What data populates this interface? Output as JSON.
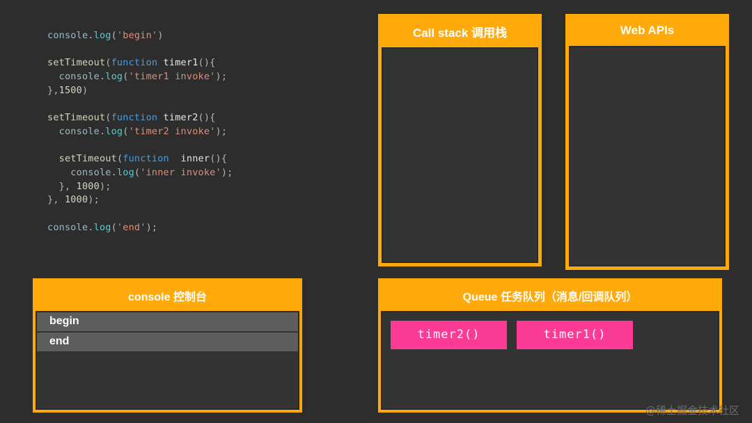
{
  "background": "#2d2d2d",
  "accent_orange": "#ffaa0a",
  "accent_pink": "#fb3b96",
  "panel_interior": "#333333",
  "console_row_bg": "#5d5d5d",
  "code": {
    "language": "javascript",
    "lines": [
      [
        {
          "t": "console",
          "c": "obj"
        },
        {
          "t": ".",
          "c": "punc"
        },
        {
          "t": "log",
          "c": "prop"
        },
        {
          "t": "(",
          "c": "punc"
        },
        {
          "t": "'begin'",
          "c": "str"
        },
        {
          "t": ")",
          "c": "punc"
        }
      ],
      [],
      [
        {
          "t": "setTimeout",
          "c": "fnname"
        },
        {
          "t": "(",
          "c": "punc"
        },
        {
          "t": "function",
          "c": "kw"
        },
        {
          "t": " timer1",
          "c": "ident"
        },
        {
          "t": "(){",
          "c": "punc"
        }
      ],
      [
        {
          "t": "  console",
          "c": "obj"
        },
        {
          "t": ".",
          "c": "punc"
        },
        {
          "t": "log",
          "c": "prop"
        },
        {
          "t": "(",
          "c": "punc"
        },
        {
          "t": "'timer1 invoke'",
          "c": "str"
        },
        {
          "t": ");",
          "c": "punc"
        }
      ],
      [
        {
          "t": "},",
          "c": "punc"
        },
        {
          "t": "1500",
          "c": "num"
        },
        {
          "t": ")",
          "c": "punc"
        }
      ],
      [],
      [
        {
          "t": "setTimeout",
          "c": "fnname"
        },
        {
          "t": "(",
          "c": "punc"
        },
        {
          "t": "function",
          "c": "kw"
        },
        {
          "t": " timer2",
          "c": "ident"
        },
        {
          "t": "(){",
          "c": "punc"
        }
      ],
      [
        {
          "t": "  console",
          "c": "obj"
        },
        {
          "t": ".",
          "c": "punc"
        },
        {
          "t": "log",
          "c": "prop"
        },
        {
          "t": "(",
          "c": "punc"
        },
        {
          "t": "'timer2 invoke'",
          "c": "str"
        },
        {
          "t": ");",
          "c": "punc"
        }
      ],
      [],
      [
        {
          "t": "  setTimeout",
          "c": "fnname"
        },
        {
          "t": "(",
          "c": "punc"
        },
        {
          "t": "function",
          "c": "kw"
        },
        {
          "t": "  inner",
          "c": "ident"
        },
        {
          "t": "(){",
          "c": "punc"
        }
      ],
      [
        {
          "t": "    console",
          "c": "obj"
        },
        {
          "t": ".",
          "c": "punc"
        },
        {
          "t": "log",
          "c": "prop"
        },
        {
          "t": "(",
          "c": "punc"
        },
        {
          "t": "'inner invoke'",
          "c": "str"
        },
        {
          "t": ");",
          "c": "punc"
        }
      ],
      [
        {
          "t": "  }, ",
          "c": "punc"
        },
        {
          "t": "1000",
          "c": "num"
        },
        {
          "t": ");",
          "c": "punc"
        }
      ],
      [
        {
          "t": "}, ",
          "c": "punc"
        },
        {
          "t": "1000",
          "c": "num"
        },
        {
          "t": ");",
          "c": "punc"
        }
      ],
      [],
      [
        {
          "t": "console",
          "c": "obj"
        },
        {
          "t": ".",
          "c": "punc"
        },
        {
          "t": "log",
          "c": "prop"
        },
        {
          "t": "(",
          "c": "punc"
        },
        {
          "t": "'end'",
          "c": "str"
        },
        {
          "t": ");",
          "c": "punc"
        }
      ]
    ]
  },
  "call_stack": {
    "title": "Call stack 调用栈",
    "frames": []
  },
  "web_apis": {
    "title": "Web APIs",
    "entries": []
  },
  "console": {
    "title": "console 控制台",
    "entries": [
      "begin",
      "end"
    ]
  },
  "queue": {
    "title": "Queue 任务队列（消息/回调队列）",
    "tasks": [
      "timer2()",
      "timer1()"
    ]
  },
  "watermark": "@稀土掘金技术社区"
}
